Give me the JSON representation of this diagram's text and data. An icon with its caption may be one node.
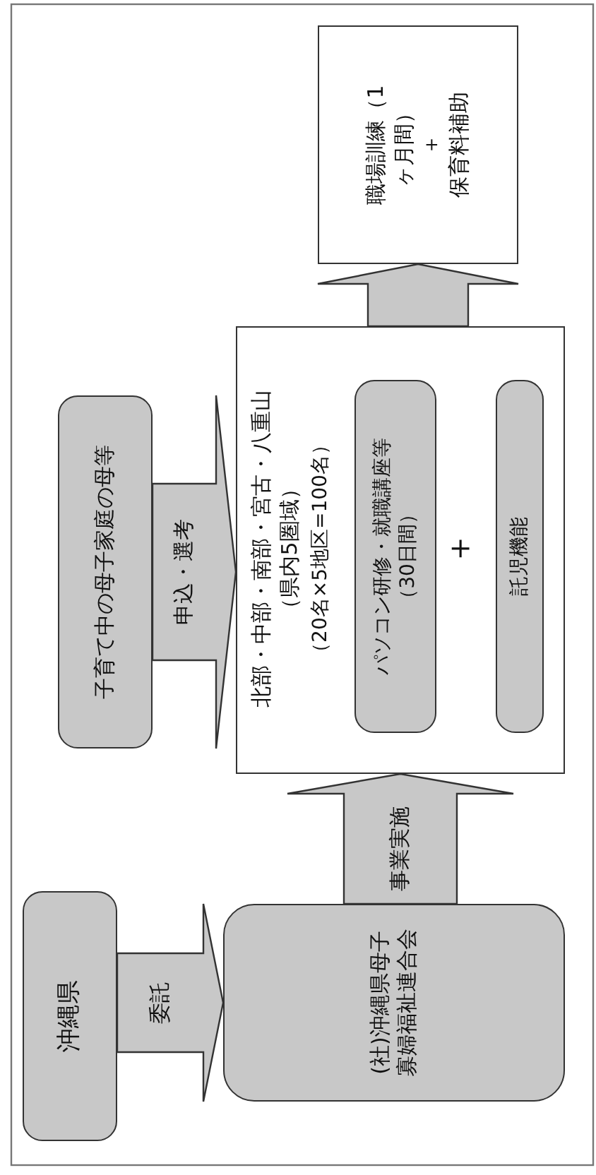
{
  "diagram": {
    "nodes": [
      {
        "text": [
          "沖縄県"
        ]
      },
      {
        "text": [
          "(社)沖縄県母子寡婦福祉連合会"
        ]
      },
      {
        "text": [
          "北部・中部・南部・宮古・八重山（県内5圏域）",
          "（20名×5地区=100名）",
          "＋"
        ]
      },
      {
        "text": [
          "パソコン研修・就職講座等（30日間）"
        ],
        "in": 2
      },
      {
        "text": [
          "託児機能"
        ],
        "in": 2
      },
      {
        "text": [
          "子育て中の母子家庭の母等"
        ]
      },
      {
        "text": [
          "職場訓練（1ヶ月間）",
          "＋",
          "保育料補助"
        ]
      }
    ],
    "edges": [
      {
        "from": 0,
        "to": 1,
        "arrow": "to",
        "label": "委託"
      },
      {
        "from": 1,
        "to": 2,
        "arrow": "to",
        "label": "事業実施"
      },
      {
        "from": 5,
        "to": 2,
        "arrow": "to",
        "label": "申込・選考"
      },
      {
        "from": 2,
        "to": 6,
        "arrow": "to"
      }
    ]
  }
}
